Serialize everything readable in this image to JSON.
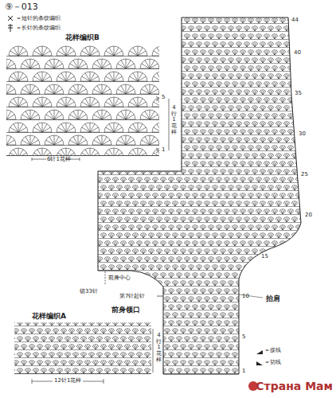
{
  "diagram": {
    "title": "⑨－013",
    "labels": [
      "花样编织B",
      "5",
      "1",
      "4行1花样",
      "6针1花样",
      "44",
      "40",
      "35",
      "30",
      "25",
      "20",
      "15",
      "10",
      "5",
      "1",
      "前身中心",
      "锁33针",
      "第7针起针",
      "前身领口",
      "抬肩",
      "花样编织A",
      "4行1花样",
      "12针1花样",
      "Страна Мам"
    ],
    "legend": [
      {
        "text": "＝短针的条纹编织"
      },
      {
        "text": "＝长针的条纹编织"
      },
      {
        "text": "＝接线"
      },
      {
        "text": "＝切线"
      }
    ]
  }
}
